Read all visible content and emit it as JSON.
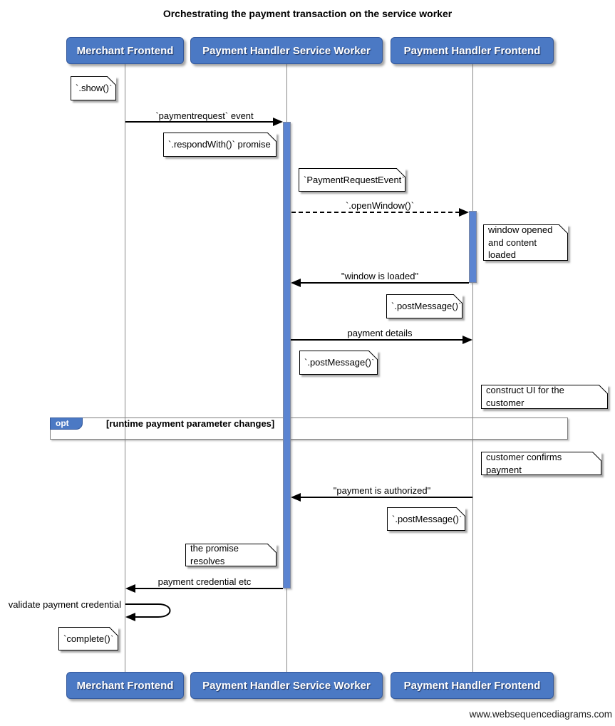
{
  "title": "Orchestrating the payment transaction on the service worker",
  "watermark": "www.websequencediagrams.com",
  "actors": {
    "merchant": "Merchant Frontend",
    "service_worker": "Payment Handler Service Worker",
    "ph_frontend": "Payment Handler Frontend"
  },
  "messages": {
    "payment_request": "`paymentrequest` event",
    "open_window": "`.openWindow()`",
    "window_loaded": "\"window is loaded\"",
    "payment_details": "payment details",
    "payment_authorized": "\"payment is authorized\"",
    "payment_credential": "payment credential etc",
    "validate_credential": "validate payment credential"
  },
  "notes": {
    "show": "`.show()`",
    "respond_with": "`.respondWith()` promise",
    "payment_request_event": "`PaymentRequestEvent`",
    "window_opened": "window opened\nand content loaded",
    "post_message_1": "`.postMessage()`",
    "post_message_2": "`.postMessage()`",
    "construct_ui": "construct UI for the customer",
    "customer_confirms": "customer confirms payment",
    "post_message_3": "`.postMessage()`",
    "promise_resolves": "the promise resolves",
    "complete": "`complete()`"
  },
  "fragment": {
    "label": "opt",
    "condition": "[runtime payment parameter changes]"
  },
  "colors": {
    "actor_fill": "#4b79c4",
    "actor_border": "#33589b",
    "activation_fill": "#5b84d1",
    "lifeline_gray": "#888888",
    "frame_border": "#7f7f7f"
  }
}
